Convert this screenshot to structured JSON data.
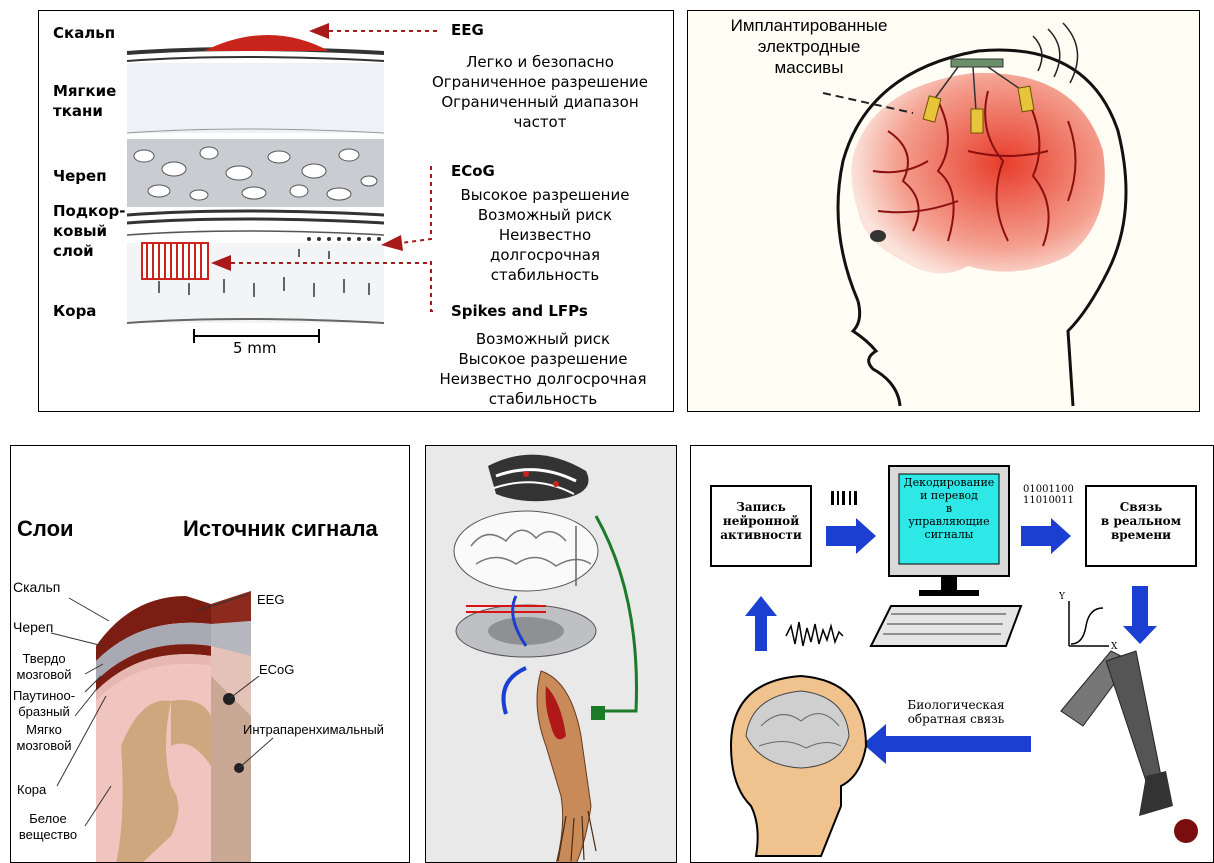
{
  "panel_layers": {
    "labels_left": {
      "scalp": "Скальп",
      "soft_tissue": "Мягкие\nткани",
      "skull": "Череп",
      "subdural": "Подкор-\nковый\nслой",
      "cortex": "Кора"
    },
    "scale": "5 mm",
    "eeg": {
      "title": "EEG",
      "lines": [
        "Легко и безопасно",
        "Ограниченное разрешение",
        "Ограниченный диапазон",
        "частот"
      ]
    },
    "ecog": {
      "title": "ECoG",
      "lines": [
        "Высокое разрешение",
        "Возможный риск",
        "Неизвестно",
        "долгосрочная",
        "стабильность"
      ]
    },
    "spikes": {
      "title": "Spikes and LFPs",
      "lines": [
        "Возможный риск",
        "Высокое разрешение",
        "Неизвестно долгосрочная",
        "стабильность"
      ]
    },
    "colors": {
      "red": "#c8241c",
      "skull_gray": "#c9ccd0"
    }
  },
  "panel_implant": {
    "label": "Имплантированные\nэлектродные\nмассивы"
  },
  "panel_signal": {
    "title_left": "Слои",
    "title_right": "Источник сигнала",
    "layers": {
      "scalp": "Скальп",
      "skull": "Череп",
      "dura": "Твердо\nмозговой",
      "arachnoid": "Паутиноо-\nбразный",
      "pia": "Мягко\nмозговой",
      "cortex": "Кора",
      "white": "Белое\nвещество"
    },
    "sources": {
      "eeg": "EEG",
      "ecog": "ECoG",
      "intra": "Интрапаренхимальный"
    }
  },
  "panel_bci": {
    "record": "Запись\nнейронной\nактивности",
    "decode": "Декодирование\nи перевод\nв\nуправляющие\nсигналы",
    "binary": "01001100\n11010011",
    "realtime": "Связь\nв реальном\nвремени",
    "feedback": "Биологическая\nобратная связь",
    "axis_y": "Y",
    "axis_x": "X",
    "colors": {
      "arrow_blue": "#1a3fd1",
      "screen_cyan": "#2ee8e8"
    }
  }
}
